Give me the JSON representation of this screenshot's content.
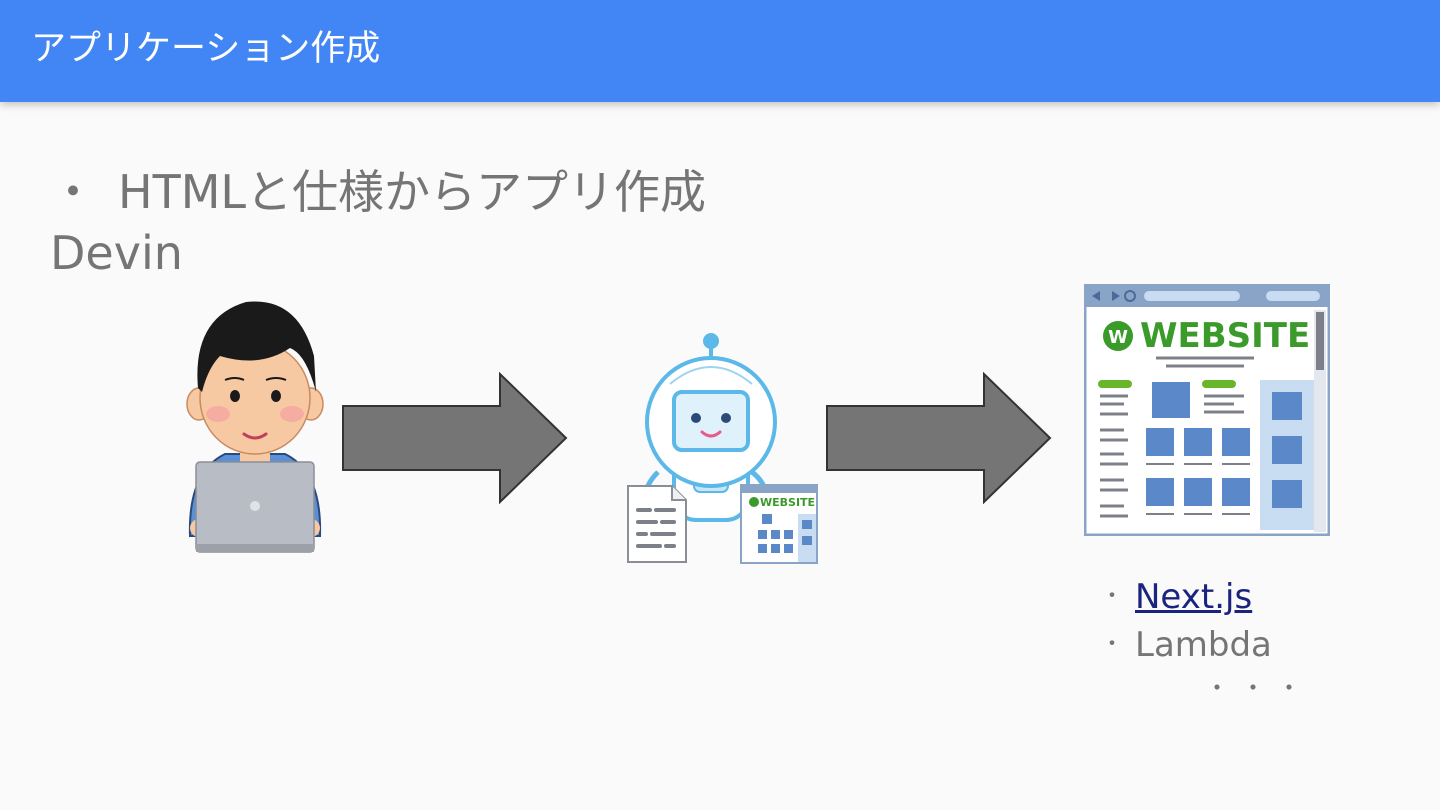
{
  "header": {
    "title": "アプリケーション作成"
  },
  "content": {
    "bullet_marker": "・",
    "bullet_text": "HTMLと仕様からアプリ作成",
    "subtitle": "Devin"
  },
  "website_illustration": {
    "logo_text": "WEBSITE",
    "logo_mark": "W"
  },
  "tech_list": {
    "marker": "・",
    "items": [
      {
        "label": "Next.js"
      },
      {
        "label": "Lambda"
      }
    ],
    "ellipsis": "・・・"
  },
  "colors": {
    "header": "#4285f4",
    "body_text": "#757575",
    "arrow": "#757575",
    "link": "#1a237e",
    "robot_line": "#5bb8e8",
    "website_green": "#3a9a2a",
    "block_blue": "#5b88c9"
  },
  "icons": [
    "user-with-laptop-icon",
    "arrow-right-icon",
    "robot-icon",
    "document-icon",
    "website-icon"
  ]
}
